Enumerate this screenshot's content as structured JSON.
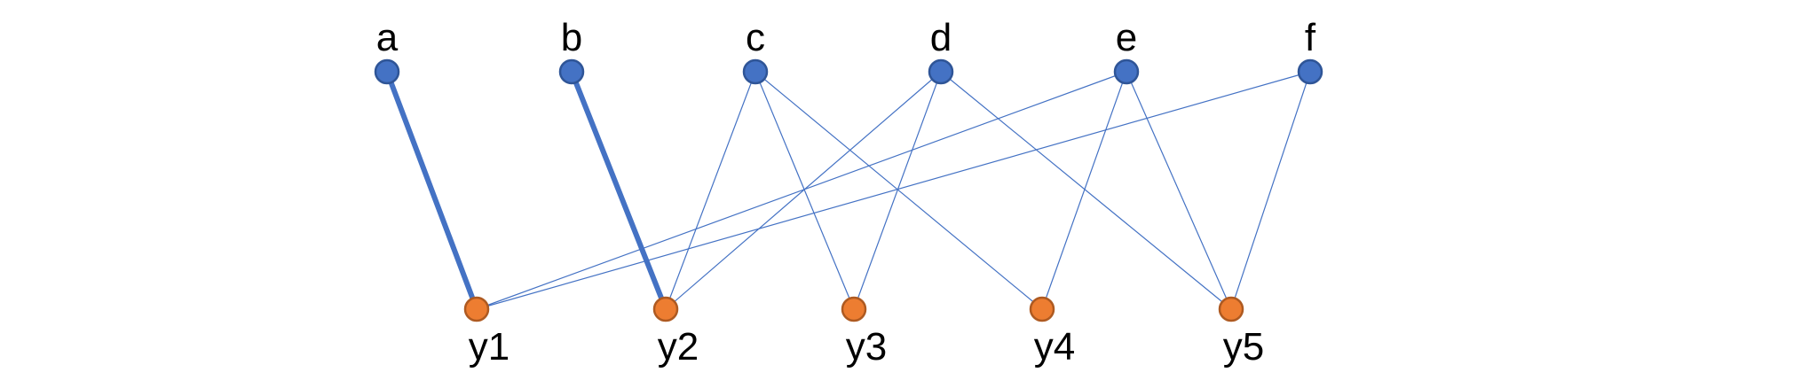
{
  "diagram": {
    "top_nodes": [
      {
        "id": "a",
        "label": "a"
      },
      {
        "id": "b",
        "label": "b"
      },
      {
        "id": "c",
        "label": "c"
      },
      {
        "id": "d",
        "label": "d"
      },
      {
        "id": "e",
        "label": "e"
      },
      {
        "id": "f",
        "label": "f"
      }
    ],
    "bottom_nodes": [
      {
        "id": "y1",
        "label": "y1"
      },
      {
        "id": "y2",
        "label": "y2"
      },
      {
        "id": "y3",
        "label": "y3"
      },
      {
        "id": "y4",
        "label": "y4"
      },
      {
        "id": "y5",
        "label": "y5"
      }
    ],
    "edges": [
      {
        "from": "a",
        "to": "y1",
        "emphasized": true
      },
      {
        "from": "b",
        "to": "y2",
        "emphasized": true
      },
      {
        "from": "c",
        "to": "y2",
        "emphasized": false
      },
      {
        "from": "c",
        "to": "y3",
        "emphasized": false
      },
      {
        "from": "c",
        "to": "y4",
        "emphasized": false
      },
      {
        "from": "d",
        "to": "y2",
        "emphasized": false
      },
      {
        "from": "d",
        "to": "y3",
        "emphasized": false
      },
      {
        "from": "d",
        "to": "y5",
        "emphasized": false
      },
      {
        "from": "e",
        "to": "y1",
        "emphasized": false
      },
      {
        "from": "e",
        "to": "y4",
        "emphasized": false
      },
      {
        "from": "e",
        "to": "y5",
        "emphasized": false
      },
      {
        "from": "f",
        "to": "y1",
        "emphasized": false
      },
      {
        "from": "f",
        "to": "y5",
        "emphasized": false
      }
    ],
    "colors": {
      "top_fill": "#4472C4",
      "top_stroke": "#2F5597",
      "bottom_fill": "#ED7D31",
      "bottom_stroke": "#AE5A21",
      "edge": "#4472C4"
    }
  }
}
